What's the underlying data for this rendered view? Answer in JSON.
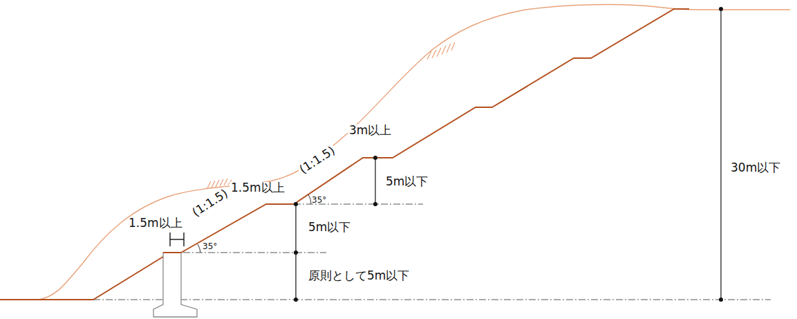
{
  "diagram": {
    "labels": [
      "3m以上",
      "(1:1.5)",
      "1.5m以上",
      "(1:1.5)",
      "1.5m以上",
      "35°",
      "35°",
      "5m以下",
      "5m以下",
      "原則として5m以下",
      "30m以下"
    ]
  }
}
